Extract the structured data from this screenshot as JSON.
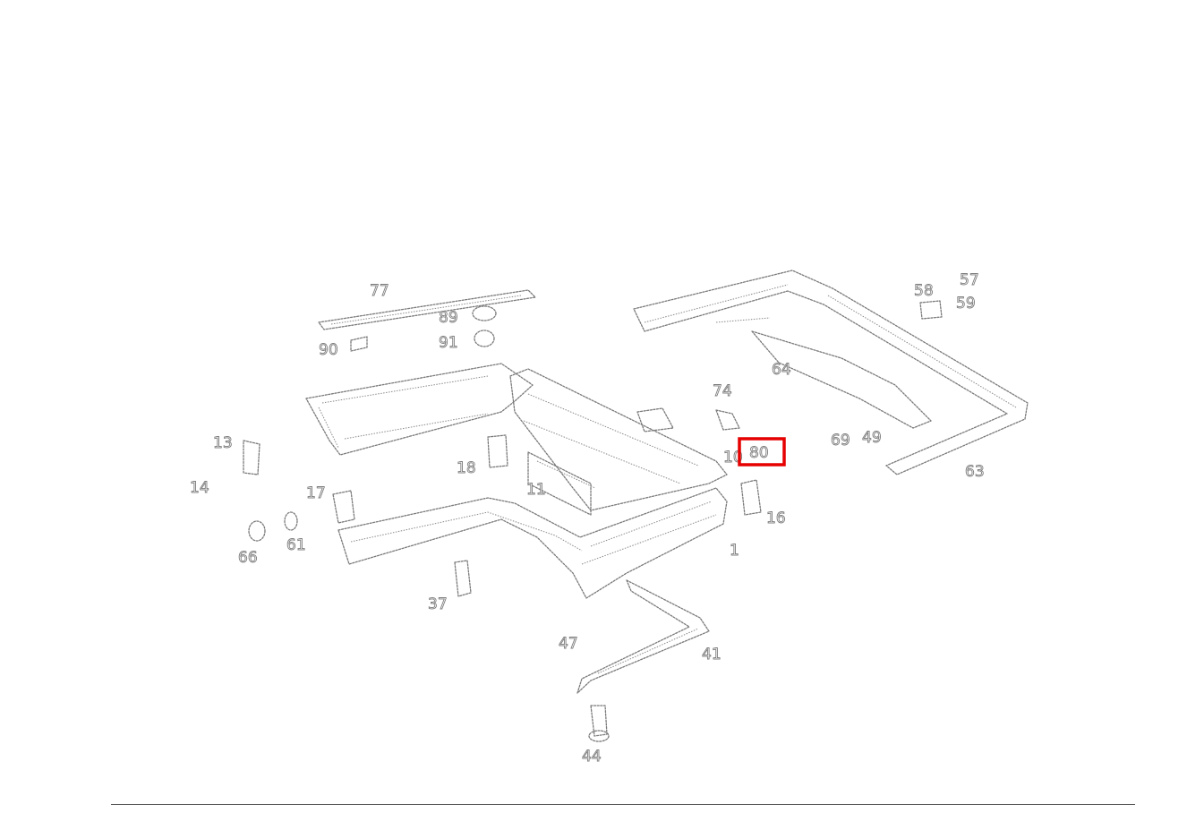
{
  "callouts": {
    "c77": "77",
    "c89": "89",
    "c91": "91",
    "c90": "90",
    "c58": "58",
    "c57": "57",
    "c59": "59",
    "c64": "64",
    "c74": "74",
    "c69": "69",
    "c49": "49",
    "c63": "63",
    "c18": "18",
    "c11": "11",
    "c13": "13",
    "c14": "14",
    "c17": "17",
    "c61": "61",
    "c66": "66",
    "c16": "16",
    "c10": "10",
    "c1": "1",
    "c37": "37",
    "c47": "47",
    "c41": "41",
    "c44": "44"
  },
  "highlight": {
    "label": "80",
    "color": "#e60000"
  }
}
